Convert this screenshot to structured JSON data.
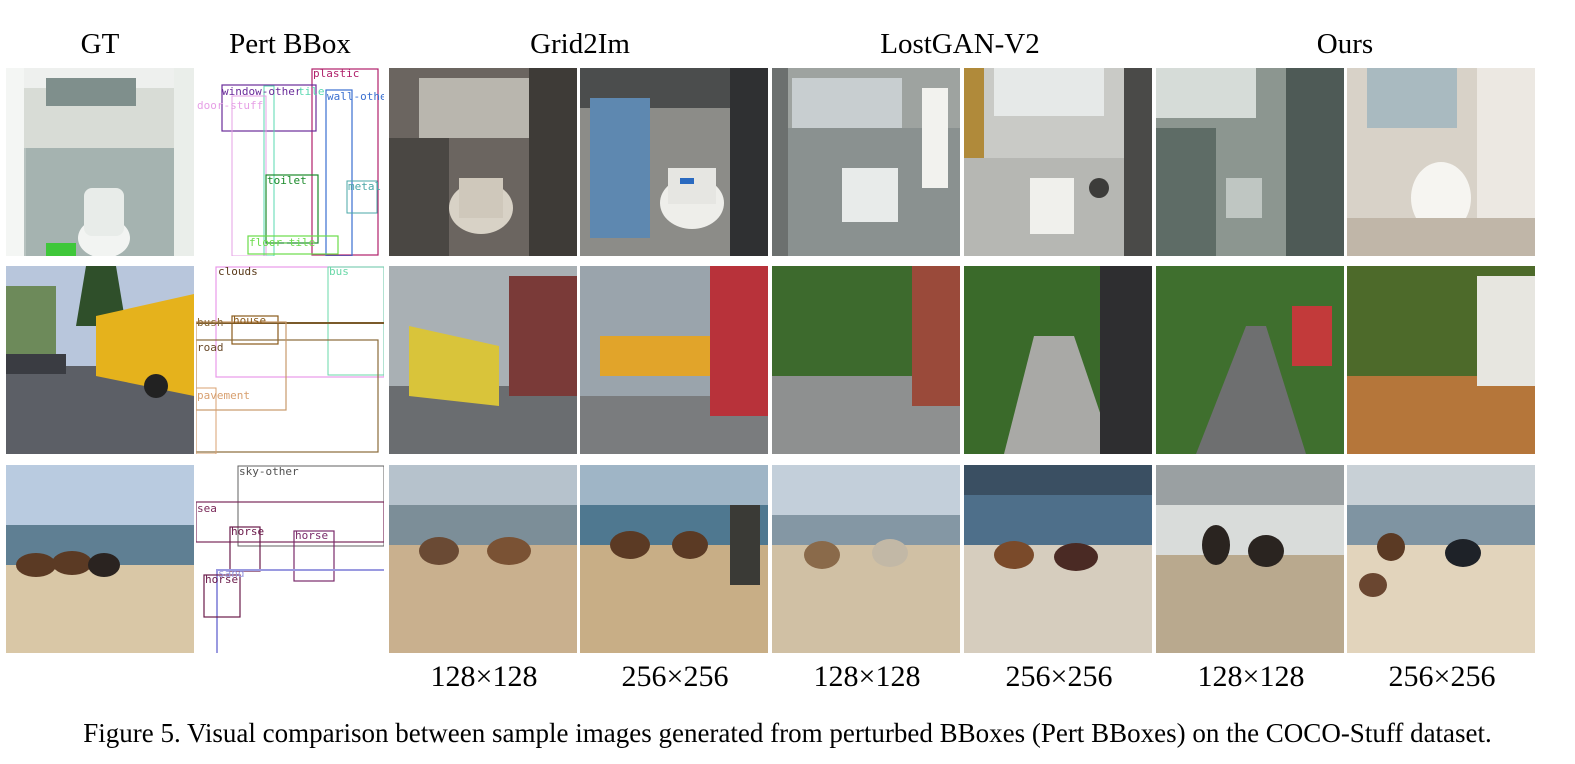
{
  "columns": {
    "gt": "GT",
    "pert": "Pert BBox",
    "grid2im": "Grid2Im",
    "lostgan": "LostGAN-V2",
    "ours": "Ours"
  },
  "resolutions": [
    "128×128",
    "256×256",
    "128×128",
    "256×256",
    "128×128",
    "256×256"
  ],
  "bbox_labels": {
    "row1": [
      "plastic",
      "window-other",
      "tile",
      "door-stuff",
      "wall-other",
      "toilet",
      "metal",
      "floor-tile"
    ],
    "row2": [
      "clouds",
      "bus",
      "bush",
      "house",
      "road",
      "pavement"
    ],
    "row3": [
      "sky-other",
      "sea",
      "horse",
      "horse",
      "sand",
      "horse"
    ]
  },
  "caption": "Figure 5. Visual comparison between sample images generated from perturbed BBoxes (Pert BBoxes) on the COCO-Stuff dataset.",
  "colors": {
    "bathroom_wall": "#cfd3cf",
    "street_sky": "#b8c6dc",
    "road": "#5c5f66",
    "beach_sky": "#b9cbe0",
    "sea": "#5f7f93",
    "sand": "#d9c7a6",
    "bus_yellow": "#e5b21c",
    "trees": "#3d6a2d",
    "horse": "#5b3a24"
  }
}
